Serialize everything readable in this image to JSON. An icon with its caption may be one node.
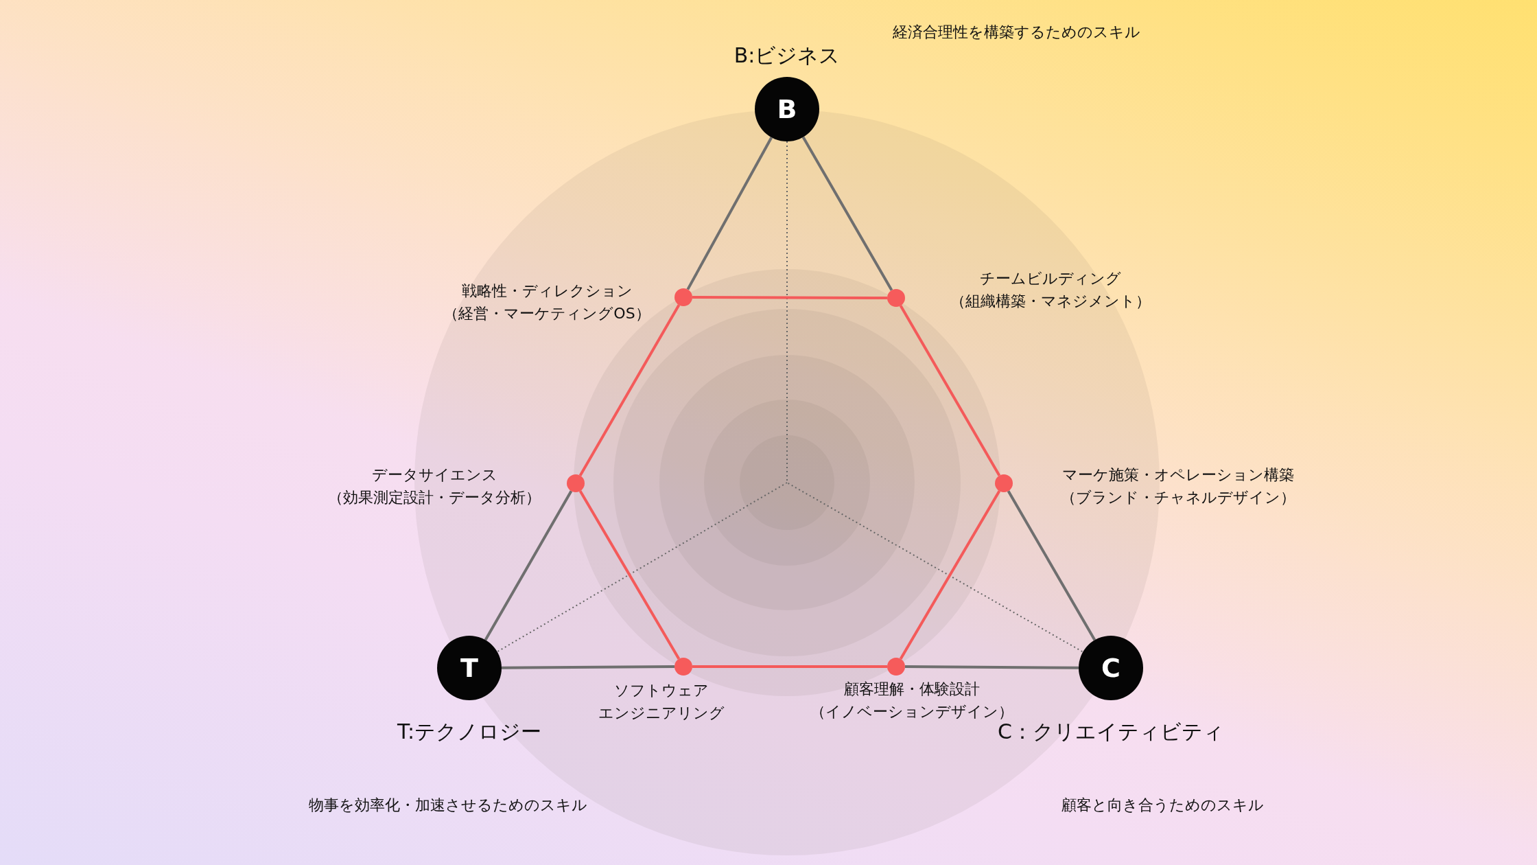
{
  "diagram": {
    "nodes": [
      {
        "text": [
          "B"
        ],
        "beside": [
          "B:ビジネス"
        ]
      },
      {
        "text": [],
        "shape": "circle",
        "beside": [
          "戦略性・ディレクション",
          "（経営・マーケティングOS）"
        ]
      },
      {
        "text": [],
        "shape": "circle",
        "beside": [
          "チームビルディング",
          "（組織構築・マネジメント）"
        ]
      },
      {
        "text": [],
        "shape": "circle",
        "beside": [
          "データサイエンス",
          "（効果測定設計・データ分析）"
        ]
      },
      {
        "text": [],
        "shape": "circle",
        "beside": [
          "マーケ施策・オペレーション構築",
          "（ブランド・チャネルデザイン）"
        ]
      },
      {
        "text": [
          "T"
        ],
        "beside": [
          "T:テクノロジー"
        ]
      },
      {
        "text": [],
        "shape": "circle",
        "beside": [
          "ソフトウェア",
          "エンジニアリング"
        ]
      },
      {
        "text": [],
        "shape": "circle",
        "beside": [
          "顧客理解・体験設計",
          "（イノベーションデザイン）"
        ]
      },
      {
        "text": [
          "C"
        ],
        "beside": [
          "C：クリエイティビティ"
        ]
      }
    ],
    "edges": [
      {
        "from": 0,
        "to": 1,
        "arrow": "none"
      },
      {
        "from": 0,
        "to": 2,
        "arrow": "none"
      },
      {
        "from": 1,
        "to": 3,
        "arrow": "none",
        "color": "#f45a5a"
      },
      {
        "from": 3,
        "to": 5,
        "arrow": "none"
      },
      {
        "from": 2,
        "to": 4,
        "arrow": "none",
        "color": "#f45a5a"
      },
      {
        "from": 4,
        "to": 8,
        "arrow": "none"
      },
      {
        "from": 5,
        "to": 6,
        "arrow": "none"
      },
      {
        "from": 7,
        "to": 8,
        "arrow": "none"
      },
      {
        "from": 1,
        "to": 2,
        "arrow": "none",
        "color": "#f45a5a"
      },
      {
        "from": 3,
        "to": 6,
        "arrow": "none",
        "color": "#f45a5a"
      },
      {
        "from": 6,
        "to": 7,
        "arrow": "none",
        "color": "#f45a5a"
      },
      {
        "from": 4,
        "to": 7,
        "arrow": "none",
        "color": "#f45a5a"
      }
    ],
    "labels": [
      "経済合理性を構築するためのスキル",
      "物事を効率化・加速させるためのスキル",
      "顧客と向き合うためのスキル"
    ]
  }
}
